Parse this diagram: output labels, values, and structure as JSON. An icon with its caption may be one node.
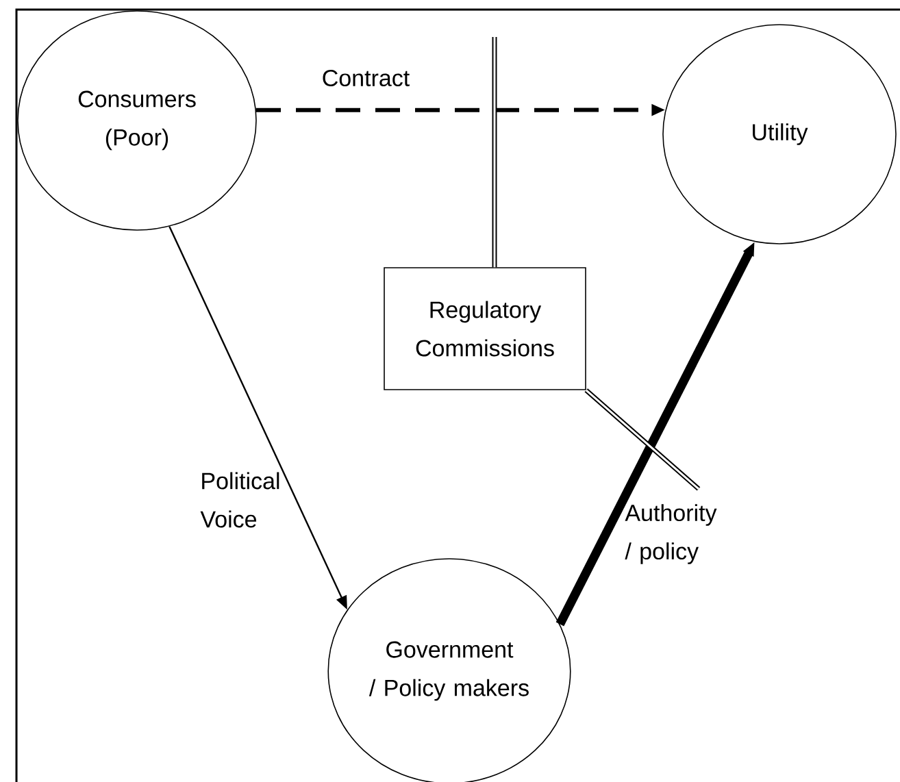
{
  "diagram": {
    "nodes": [
      {
        "text": [
          "Consumers (Poor)"
        ]
      },
      {
        "text": [
          "Utility"
        ]
      },
      {
        "text": [
          "Regulatory Commissions"
        ]
      },
      {
        "text": [
          "Government / Policy makers"
        ]
      }
    ],
    "edges": [
      {
        "from": 0,
        "to": 1,
        "arrow": "to",
        "label": "Contract",
        "style": "dashed"
      },
      {
        "from": 0,
        "to": 3,
        "arrow": "to",
        "label": "Political Voice"
      },
      {
        "from": 3,
        "to": 1,
        "arrow": "to",
        "label": "Authority / policy",
        "style": "thick"
      },
      {
        "from": 2,
        "to": null,
        "arrow": "none"
      },
      {
        "from": 2,
        "to": null,
        "arrow": "none"
      }
    ]
  }
}
